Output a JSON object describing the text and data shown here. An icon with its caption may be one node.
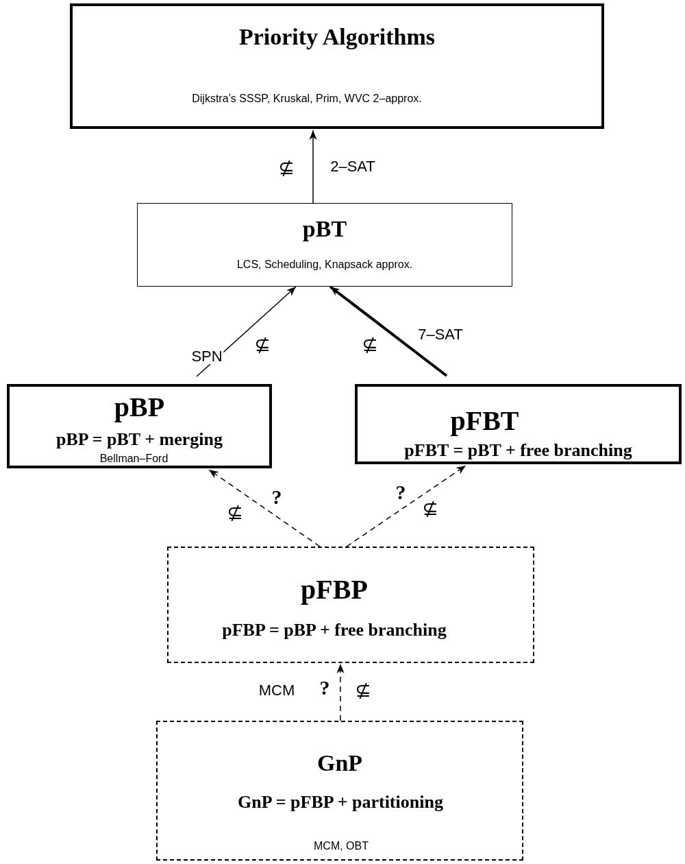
{
  "diagram": {
    "nodes": [
      {
        "text": [
          "Priority Algorithms",
          "Dijkstra’s SSSP, Kruskal, Prim, WVC 2–approx."
        ]
      },
      {
        "text": [
          "pBT",
          "LCS, Scheduling, Knapsack approx."
        ]
      },
      {
        "text": [
          "pBP",
          "pBP = pBT + merging",
          "Bellman–Ford"
        ]
      },
      {
        "text": [
          "pFBT",
          "pFBT = pBT + free branching"
        ]
      },
      {
        "text": [
          "pFBP",
          "pFBP = pBP + free branching"
        ]
      },
      {
        "text": [
          "GnP",
          "GnP = pFBP + partitioning",
          "MCM, OBT"
        ]
      }
    ],
    "edges": [
      {
        "from": 1,
        "to": 0,
        "arrow": "to",
        "label": "2–SAT"
      },
      {
        "from": 2,
        "to": 1,
        "arrow": "to",
        "label": "SPN"
      },
      {
        "from": 3,
        "to": 1,
        "arrow": "to",
        "label": "7–SAT",
        "style": "thick"
      },
      {
        "from": 4,
        "to": 2,
        "arrow": "to",
        "style": "dashed"
      },
      {
        "from": 4,
        "to": 3,
        "arrow": "to",
        "style": "dashed"
      },
      {
        "from": 5,
        "to": 4,
        "arrow": "to",
        "label": "MCM",
        "style": "dashed"
      }
    ],
    "labels": [
      "⊈",
      "⊈",
      "⊈",
      "?",
      "?",
      "⊈",
      "⊈",
      "?",
      "⊈"
    ]
  }
}
